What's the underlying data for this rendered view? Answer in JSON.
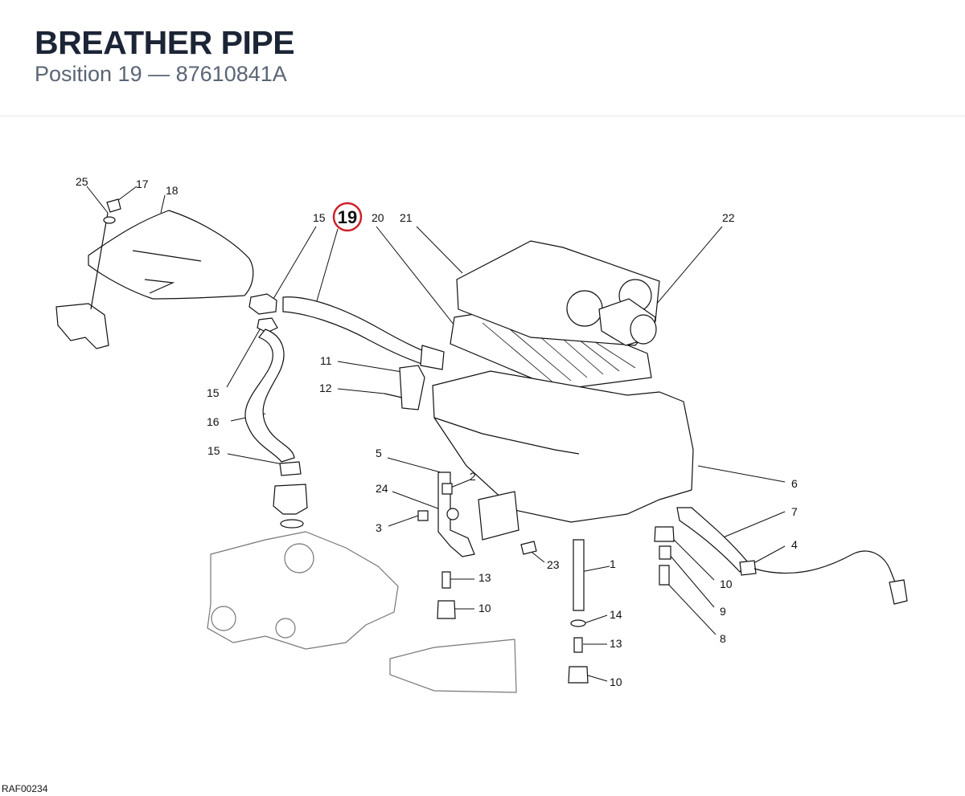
{
  "header": {
    "title": "BREATHER PIPE",
    "position_label": "Position 19",
    "separator": "—",
    "part_number": "87610841A"
  },
  "diagram": {
    "highlighted_callout": "19",
    "highlight_color": "#d0202a",
    "callouts": [
      "25",
      "17",
      "18",
      "15",
      "20",
      "21",
      "22",
      "15",
      "16",
      "15",
      "11",
      "12",
      "5",
      "2",
      "24",
      "3",
      "23",
      "6",
      "7",
      "4",
      "1",
      "10",
      "9",
      "13",
      "10",
      "14",
      "13",
      "8",
      "10"
    ],
    "reference_code": "RAF00234"
  }
}
